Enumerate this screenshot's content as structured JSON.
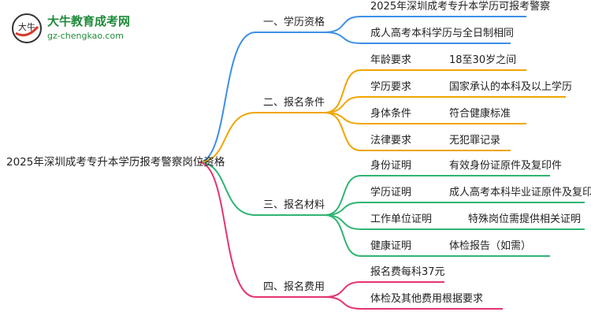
{
  "logo": {
    "name": "大牛教育成考网",
    "url": "gz-chengkao.com",
    "mark_text": "大牛"
  },
  "root": "2025年深圳成考专升本学历报考警察岗位资格",
  "branches": [
    {
      "label": "一、学历资格",
      "color": "#3d8fe6",
      "items": [
        {
          "text": "2025年深圳成考专升本学历可报考警察"
        },
        {
          "text": "成人高考本科学历与全日制相同"
        }
      ]
    },
    {
      "label": "二、报名条件",
      "color": "#f0a500",
      "items": [
        {
          "label": "年龄要求",
          "value": "18至30岁之间"
        },
        {
          "label": "学历要求",
          "value": "国家承认的本科及以上学历"
        },
        {
          "label": "身体条件",
          "value": "符合健康标准"
        },
        {
          "label": "法律要求",
          "value": "无犯罪记录"
        }
      ]
    },
    {
      "label": "三、报名材料",
      "color": "#2fb573",
      "items": [
        {
          "label": "身份证明",
          "value": "有效身份证原件及复印件"
        },
        {
          "label": "学历证明",
          "value": "成人高考本科毕业证原件及复印件"
        },
        {
          "label": "工作单位证明",
          "value": "特殊岗位需提供相关证明"
        },
        {
          "label": "健康证明",
          "value": "体检报告（如需）"
        }
      ]
    },
    {
      "label": "四、报名费用",
      "color": "#e6346f",
      "items": [
        {
          "text": "报名费每科37元"
        },
        {
          "text": "体检及其他费用根据要求"
        }
      ]
    }
  ]
}
